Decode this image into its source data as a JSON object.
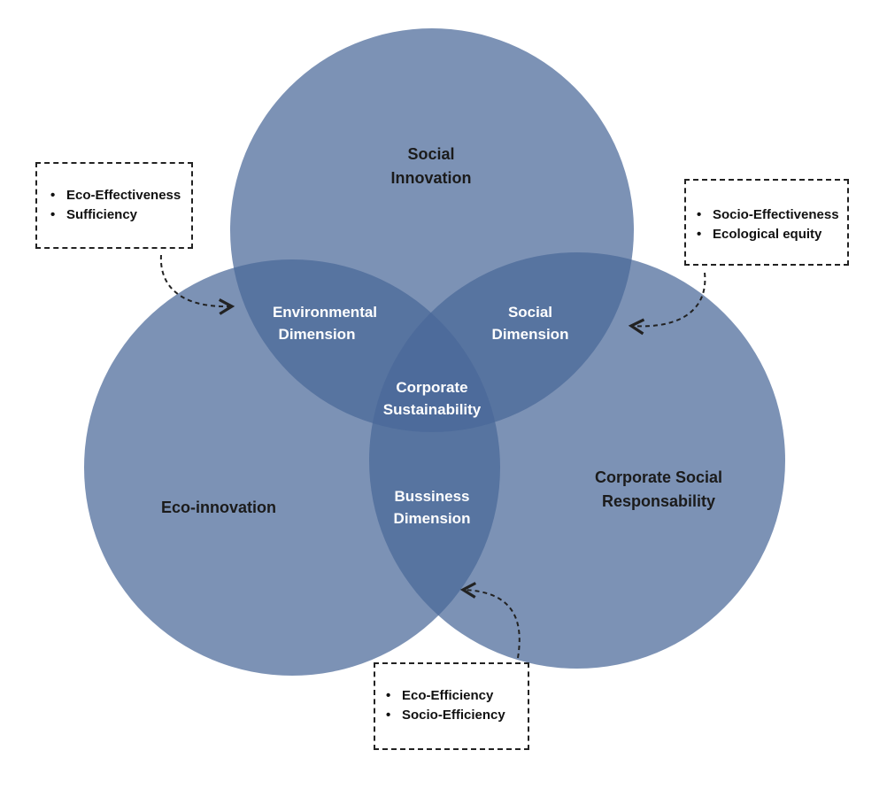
{
  "circles": {
    "top": {
      "label_line1": "Social",
      "label_line2": "Innovation"
    },
    "left": {
      "label": "Eco-innovation"
    },
    "right": {
      "label_line1": "Corporate Social",
      "label_line2": "Responsability"
    }
  },
  "overlaps": {
    "top_left": {
      "line1": "Environmental",
      "line2": "Dimension"
    },
    "top_right": {
      "line1": "Social",
      "line2": "Dimension"
    },
    "bottom": {
      "line1": "Bussiness",
      "line2": "Dimension"
    },
    "center": {
      "line1": "Corporate",
      "line2": "Sustainability"
    }
  },
  "boxes": {
    "top_left": [
      "Eco-Effectiveness",
      "Sufficiency"
    ],
    "top_right": [
      "Socio-Effectiveness",
      "Ecological equity"
    ],
    "bottom": [
      "Eco-Efficiency",
      "Socio-Efficiency"
    ]
  },
  "colors": {
    "circle_fill": "#4a6899",
    "text_dark": "#1b1b1b",
    "text_light": "#ffffff"
  }
}
